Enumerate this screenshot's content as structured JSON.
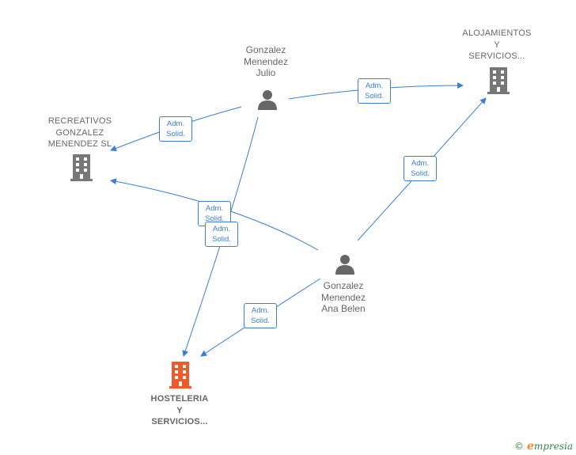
{
  "nodes": {
    "julio": {
      "label": "Gonzalez\nMenendez\nJulio"
    },
    "ana": {
      "label": "Gonzalez\nMenendez\nAna Belen"
    },
    "recreativos": {
      "label": "RECREATIVOS\nGONZALEZ\nMENENDEZ SL"
    },
    "alojamientos": {
      "label": "ALOJAMIENTOS\nY\nSERVICIOS..."
    },
    "hosteleria": {
      "label": "HOSTELERIA\nY\nSERVICIOS..."
    }
  },
  "edges": [
    {
      "from": "julio",
      "to": "alojamientos",
      "line1": "Adm.",
      "line2": "Solid."
    },
    {
      "from": "julio",
      "to": "recreativos",
      "line1": "Adm.",
      "line2": "Solid."
    },
    {
      "from": "ana",
      "to": "recreativos",
      "line1": "Adm.",
      "line2": "Solid."
    },
    {
      "from": "julio",
      "to": "hosteleria",
      "line1": "Adm.",
      "line2": "Solid."
    },
    {
      "from": "ana",
      "to": "alojamientos",
      "line1": "Adm.",
      "line2": "Solid."
    },
    {
      "from": "ana",
      "to": "hosteleria",
      "line1": "Adm.",
      "line2": "Solid."
    }
  ],
  "colors": {
    "edge": "#3b7dd8",
    "person": "#666666",
    "company": "#777777",
    "focus_company": "#f2592a"
  },
  "footer": {
    "copyright": "©",
    "brand_initial": "e",
    "brand_rest": "mpresia"
  }
}
